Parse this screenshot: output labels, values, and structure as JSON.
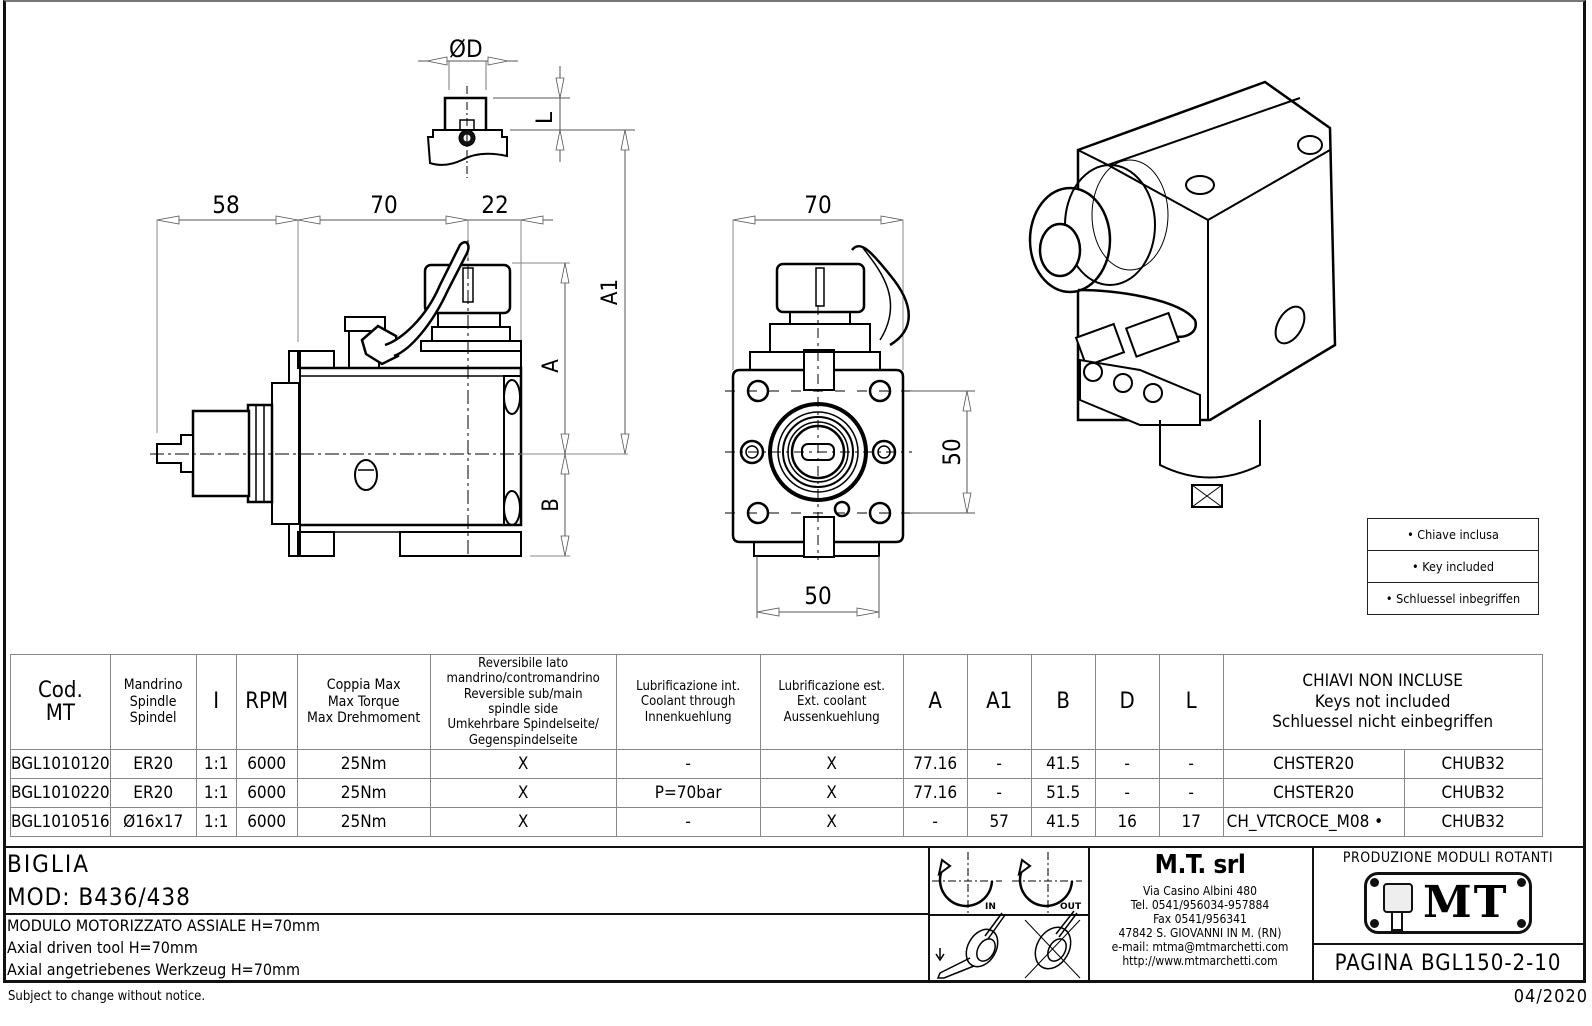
{
  "drawing": {
    "dimensions": {
      "top_d": "ØD",
      "top_l": "L",
      "side_58": "58",
      "side_70": "70",
      "side_22": "22",
      "side_a1": "A1",
      "side_a": "A",
      "side_b": "B",
      "front_70": "70",
      "front_50_vertical": "50",
      "front_50_horizontal": "50"
    }
  },
  "legend": {
    "items": [
      "• Chiave inclusa",
      "• Key included",
      "• Schluessel inbegriffen"
    ]
  },
  "spec_table": {
    "headers": {
      "code": [
        "Cod.",
        "MT"
      ],
      "spindle": [
        "Mandrino",
        "Spindle",
        "Spindel"
      ],
      "ratio": "I",
      "rpm": "RPM",
      "torque": [
        "Coppia Max",
        "Max Torque",
        "Max Drehmoment"
      ],
      "reversible": [
        "Reversibile lato",
        "mandrino/contromandrino",
        "Reversible sub/main",
        "spindle side",
        "Umkehrbare Spindelseite/",
        "Gegenspindelseite"
      ],
      "coolant_int": [
        "Lubrificazione int.",
        "Coolant through",
        "Innenkuehlung"
      ],
      "coolant_ext": [
        "Lubrificazione est.",
        "Ext. coolant",
        "Aussenkuehlung"
      ],
      "a": "A",
      "a1": "A1",
      "b": "B",
      "d": "D",
      "l": "L",
      "keys": [
        "CHIAVI NON INCLUSE",
        "Keys not included",
        "Schluessel nicht einbegriffen"
      ]
    },
    "rows": [
      {
        "code": "BGL1010120",
        "spindle": "ER20",
        "ratio": "1:1",
        "rpm": "6000",
        "torque": "25Nm",
        "reversible": "X",
        "coolant_int": "-",
        "coolant_ext": "X",
        "a": "77.16",
        "a1": "-",
        "b": "41.5",
        "d": "-",
        "l": "-",
        "key1": "CHSTER20",
        "key2": "CHUB32"
      },
      {
        "code": "BGL1010220",
        "spindle": "ER20",
        "ratio": "1:1",
        "rpm": "6000",
        "torque": "25Nm",
        "reversible": "X",
        "coolant_int": "P=70bar",
        "coolant_ext": "X",
        "a": "77.16",
        "a1": "-",
        "b": "51.5",
        "d": "-",
        "l": "-",
        "key1": "CHSTER20",
        "key2": "CHUB32"
      },
      {
        "code": "BGL1010516",
        "spindle": "Ø16x17",
        "ratio": "1:1",
        "rpm": "6000",
        "torque": "25Nm",
        "reversible": "X",
        "coolant_int": "-",
        "coolant_ext": "X",
        "a": "-",
        "a1": "57",
        "b": "41.5",
        "d": "16",
        "l": "17",
        "key1": "CH_VTCROCE_M08 •",
        "key2": "CHUB32"
      }
    ]
  },
  "title_block": {
    "machine": "BIGLIA",
    "model": "MOD: B436/438",
    "description": [
      "MODULO MOTORIZZATO ASSIALE H=70mm",
      "Axial driven tool H=70mm",
      "Axial angetriebenes Werkzeug H=70mm"
    ],
    "rotation_in": "IN",
    "rotation_out": "OUT",
    "company": {
      "name": "M.T. srl",
      "address": "Via Casino Albini 480",
      "tel": "Tel. 0541/956034-957884",
      "fax": "Fax 0541/956341",
      "city": "47842 S. GIOVANNI IN M. (RN)",
      "email": "e-mail: mtma@mtmarchetti.com",
      "web": "http://www.mtmarchetti.com"
    },
    "production": "PRODUZIONE MODULI ROTANTI",
    "logo_text": "MT",
    "page": "PAGINA BGL150-2-10"
  },
  "footer": {
    "notice": "Subject to change without notice.",
    "date": "04/2020"
  }
}
